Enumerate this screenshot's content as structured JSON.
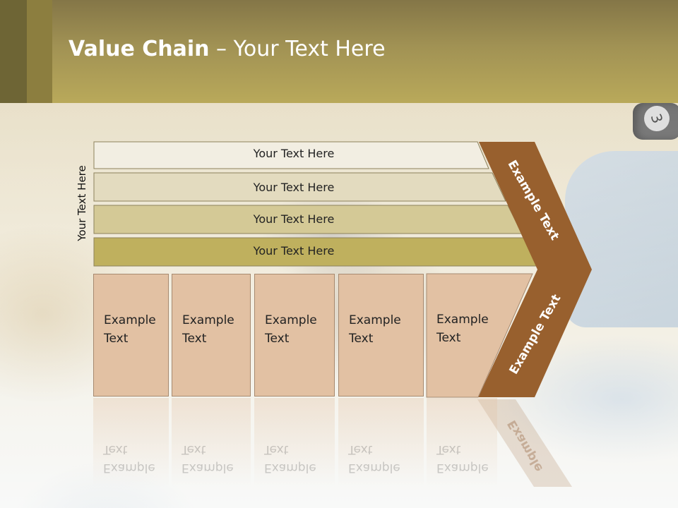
{
  "slide": {
    "title_bold": "Value Chain",
    "title_rest": " – Your Text Here",
    "vertical_label": "Your Text Here"
  },
  "rows": [
    {
      "label": "Your Text Here",
      "color": "#f2eee2"
    },
    {
      "label": "Your Text Here",
      "color": "#e3dbbf"
    },
    {
      "label": "Your Text Here",
      "color": "#d4c996"
    },
    {
      "label": "Your Text Here",
      "color": "#bfb05e"
    }
  ],
  "boxes": [
    {
      "line1": "Example",
      "line2": "Text"
    },
    {
      "line1": "Example",
      "line2": "Text"
    },
    {
      "line1": "Example",
      "line2": "Text"
    },
    {
      "line1": "Example",
      "line2": "Text"
    },
    {
      "line1": "Example",
      "line2": "Text"
    }
  ],
  "chevron": {
    "top_label": "Example Text",
    "bottom_label": "Example Text",
    "reflection_label": "Example",
    "color": "#98602e"
  },
  "background": {
    "dumbbell_label": "3"
  },
  "colors": {
    "title_bar": "#a19254",
    "box_fill": "#e2c1a3"
  }
}
